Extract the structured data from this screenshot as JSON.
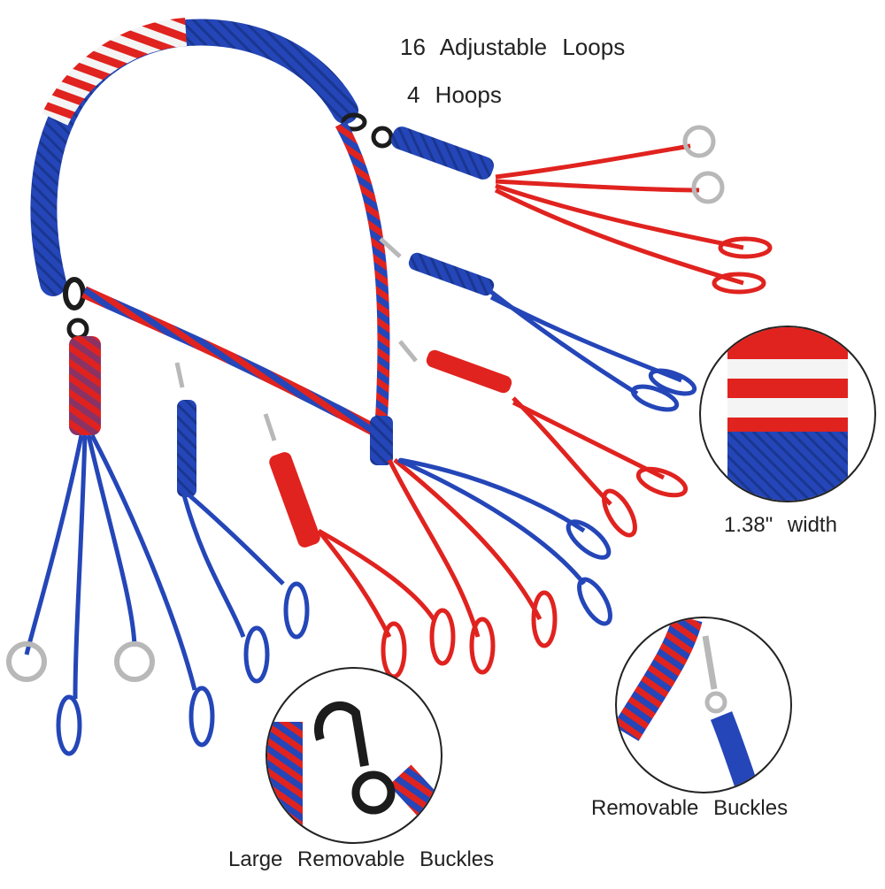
{
  "captions": {
    "loops": "16 Adjustable Loops",
    "hoops": "4 Hoops",
    "width": "1.38\" width",
    "removable_buckles": "Removable Buckles",
    "large_removable_buckles": "Large Removable Buckles"
  },
  "colors": {
    "blue": "#2446b8",
    "red": "#e0231f",
    "white": "#f4f4f4",
    "metal": "#b8b8b8",
    "black_clip": "#1c1c1c"
  }
}
